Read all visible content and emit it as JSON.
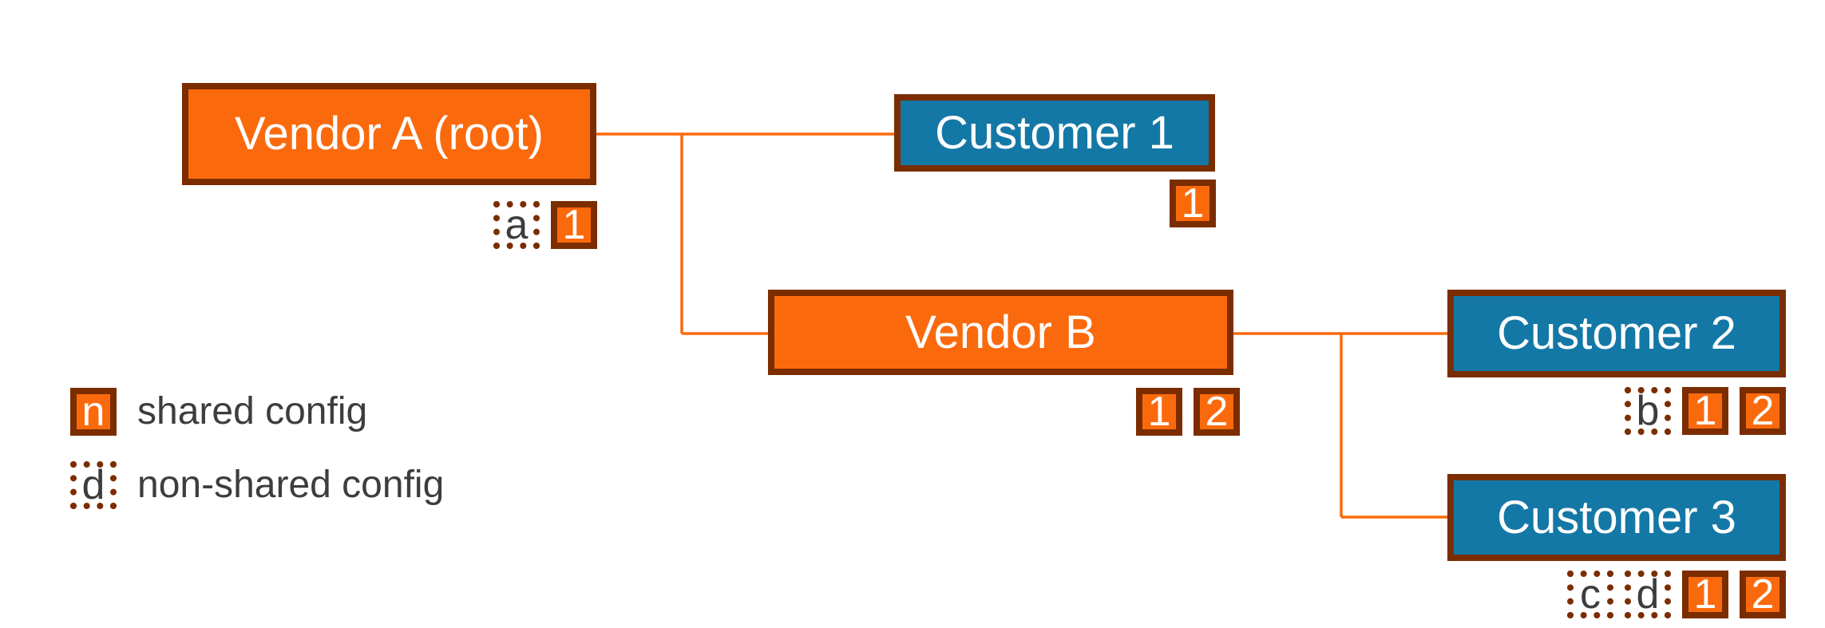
{
  "colors": {
    "orange": "#fa6a0d",
    "brown": "#7b2d00",
    "blue": "#1478a6",
    "line": "#fb6a0d",
    "label_gray": "#3d3d3d",
    "bg": "#ffffff"
  },
  "nodes": {
    "vendor_a": {
      "label": "Vendor A (root)",
      "type": "vendor",
      "badges": [
        {
          "text": "a",
          "style": "non-shared"
        },
        {
          "text": "1",
          "style": "shared"
        }
      ]
    },
    "customer_1": {
      "label": "Customer 1",
      "type": "customer",
      "badges": [
        {
          "text": "1",
          "style": "shared"
        }
      ]
    },
    "vendor_b": {
      "label": "Vendor B",
      "type": "vendor",
      "badges": [
        {
          "text": "1",
          "style": "shared"
        },
        {
          "text": "2",
          "style": "shared"
        }
      ]
    },
    "customer_2": {
      "label": "Customer 2",
      "type": "customer",
      "badges": [
        {
          "text": "b",
          "style": "non-shared"
        },
        {
          "text": "1",
          "style": "shared"
        },
        {
          "text": "2",
          "style": "shared"
        }
      ]
    },
    "customer_3": {
      "label": "Customer 3",
      "type": "customer",
      "badges": [
        {
          "text": "c",
          "style": "non-shared"
        },
        {
          "text": "d",
          "style": "non-shared"
        },
        {
          "text": "1",
          "style": "shared"
        },
        {
          "text": "2",
          "style": "shared"
        }
      ]
    }
  },
  "edges": [
    {
      "from": "Vendor A (root)",
      "to": "Customer 1"
    },
    {
      "from": "Vendor A (root)",
      "to": "Vendor B"
    },
    {
      "from": "Vendor B",
      "to": "Customer 2"
    },
    {
      "from": "Vendor B",
      "to": "Customer 3"
    }
  ],
  "legend": {
    "shared": {
      "badge": "n",
      "label": "shared config"
    },
    "non_shared": {
      "badge": "d",
      "label": "non-shared config"
    }
  }
}
